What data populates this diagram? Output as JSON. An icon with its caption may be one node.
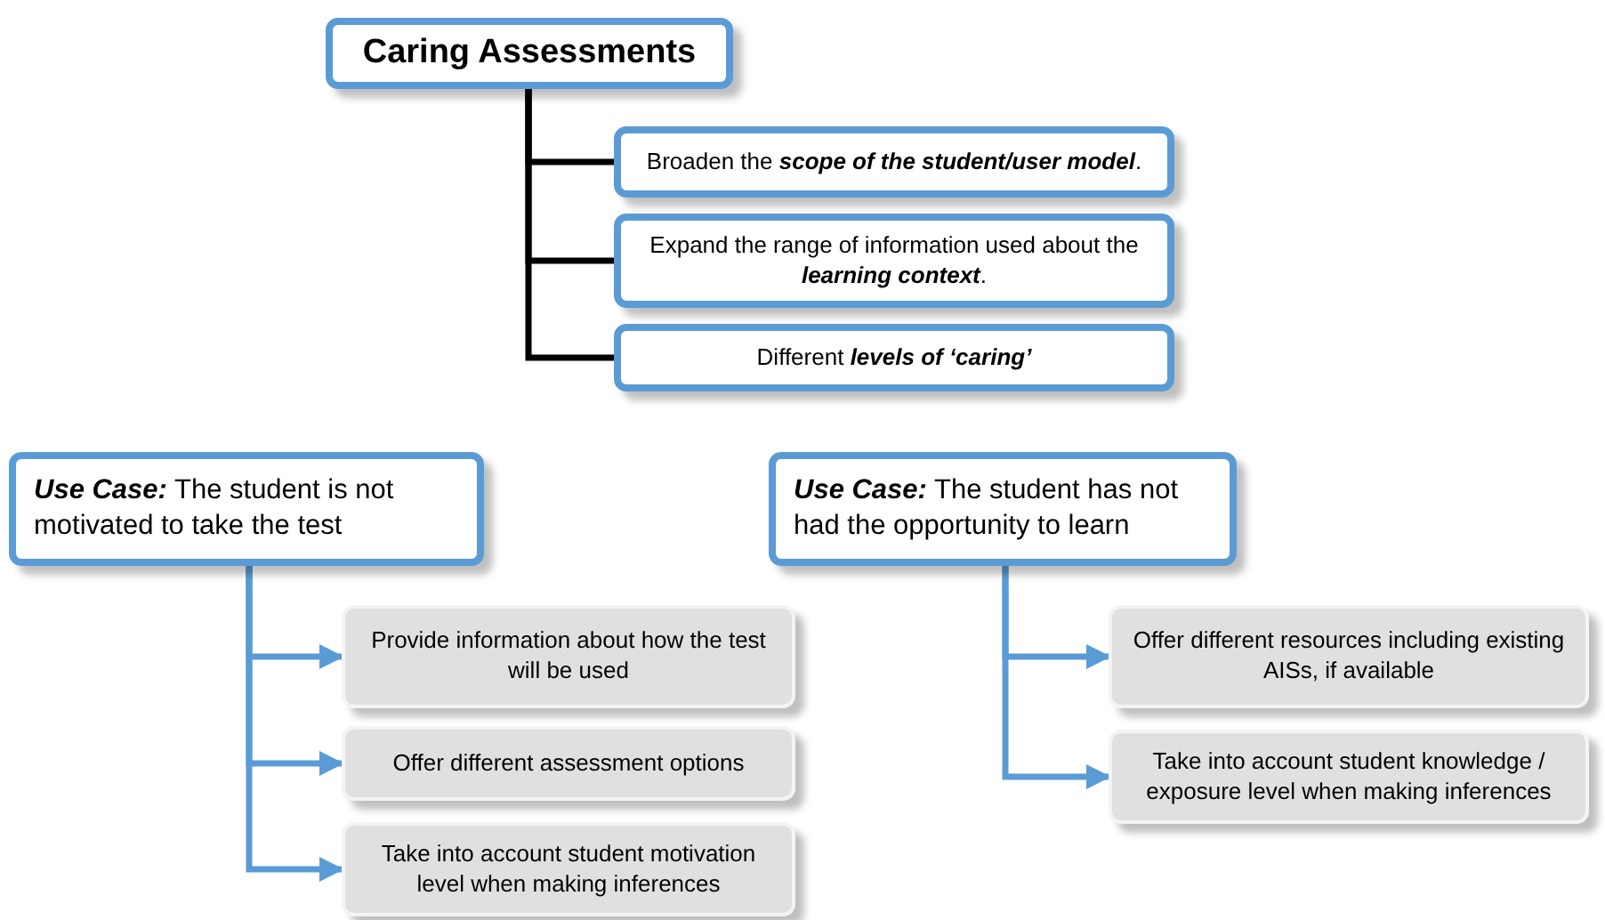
{
  "diagram": {
    "nodes": [
      {
        "text": [
          "Caring Assessments"
        ]
      },
      {
        "text": [
          "Broaden the **scope of the student/user model**."
        ]
      },
      {
        "text": [
          "Expand the range of information used about the **learning context**."
        ]
      },
      {
        "text": [
          "Different **levels of ‘caring’**"
        ]
      },
      {
        "text": [
          "**Use Case:** The student is not motivated to take the test"
        ]
      },
      {
        "text": [
          "Provide information about how the test will be used"
        ]
      },
      {
        "text": [
          "Offer different assessment options"
        ]
      },
      {
        "text": [
          "Take into account student motivation level when making inferences"
        ]
      },
      {
        "text": [
          "**Use Case:** The student has not had the opportunity to learn"
        ]
      },
      {
        "text": [
          "Offer different resources including existing AISs, if available"
        ]
      },
      {
        "text": [
          "Take into account student knowledge / exposure level when making inferences"
        ]
      }
    ],
    "edges": [
      {
        "from": 0,
        "to": 1,
        "arrow": "none",
        "color": "#000000"
      },
      {
        "from": 0,
        "to": 2,
        "arrow": "none",
        "color": "#000000"
      },
      {
        "from": 0,
        "to": 3,
        "arrow": "none",
        "color": "#000000"
      },
      {
        "from": 4,
        "to": 5,
        "arrow": "to"
      },
      {
        "from": 4,
        "to": 6,
        "arrow": "to"
      },
      {
        "from": 4,
        "to": 7,
        "arrow": "to"
      },
      {
        "from": 8,
        "to": 9,
        "arrow": "to"
      },
      {
        "from": 8,
        "to": 10,
        "arrow": "to"
      }
    ]
  }
}
